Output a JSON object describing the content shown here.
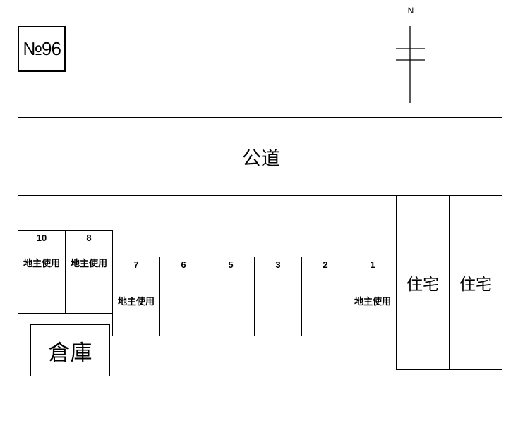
{
  "header": {
    "property_number": "№96",
    "north_label": "N"
  },
  "road": {
    "label": "公道"
  },
  "parking": {
    "upper_row": [
      {
        "number": "10",
        "note": "地主使用"
      },
      {
        "number": "8",
        "note": "地主使用"
      }
    ],
    "lower_row": [
      {
        "number": "7",
        "note": "地主使用"
      },
      {
        "number": "6",
        "note": ""
      },
      {
        "number": "5",
        "note": ""
      },
      {
        "number": "3",
        "note": ""
      },
      {
        "number": "2",
        "note": ""
      },
      {
        "number": "1",
        "note": "地主使用"
      }
    ]
  },
  "neighbors": [
    {
      "label": "住宅"
    },
    {
      "label": "住宅"
    }
  ],
  "storage": {
    "label": "倉庫"
  },
  "colors": {
    "line": "#000000",
    "background": "#ffffff"
  }
}
